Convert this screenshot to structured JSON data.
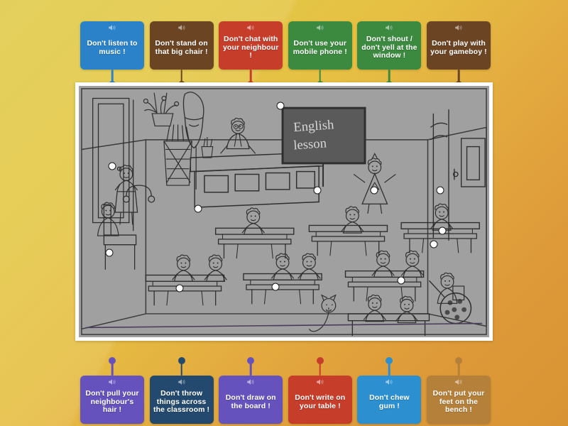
{
  "activity": {
    "title": "Classroom rules labelled diagram",
    "image_alt": "Black and white line drawing of a noisy classroom during an English lesson",
    "blackboard_text": "English lesson",
    "background_gradient": {
      "from": "#e0cb4a",
      "to": "#d89433"
    },
    "marker": {
      "fill": "#ffffff",
      "stroke": "#1b1b1b"
    }
  },
  "icons": {
    "speaker": "speaker-icon"
  },
  "top_cards": [
    {
      "label": "Don't listen to music !",
      "color": "#2b82c9",
      "pin_color": "#2b82c9"
    },
    {
      "label": "Don't stand on that big chair !",
      "color": "#6b4423",
      "pin_color": "#6b4423"
    },
    {
      "label": "Don't chat with your neighbour !",
      "color": "#c63d2a",
      "pin_color": "#c63d2a"
    },
    {
      "label": "Don't use your mobile phone !",
      "color": "#3b8a3f",
      "pin_color": "#3b8a3f"
    },
    {
      "label": "Don't shout / don't yell at the window !",
      "color": "#3b8a3f",
      "pin_color": "#3b8a3f"
    },
    {
      "label": "Don't play with your gameboy !",
      "color": "#6b4423",
      "pin_color": "#6b4423"
    }
  ],
  "bottom_cards": [
    {
      "label": "Don't pull your neighbour's hair !",
      "color": "#6552bd",
      "pin_color": "#6552bd"
    },
    {
      "label": "Don't throw things across the classroom !",
      "color": "#234a6e",
      "pin_color": "#234a6e"
    },
    {
      "label": "Don't draw on the board !",
      "color": "#6552bd",
      "pin_color": "#6552bd"
    },
    {
      "label": "Don't write on your table !",
      "color": "#c63d2a",
      "pin_color": "#c63d2a"
    },
    {
      "label": "Don't chew gum !",
      "color": "#2b8fd0",
      "pin_color": "#2b8fd0"
    },
    {
      "label": "Don't put your feet on the bench !",
      "color": "#b5803a",
      "pin_color": "#b5803a"
    }
  ],
  "markers": [
    {
      "name": "marker-listen-to-music",
      "x": 8.2,
      "y": 32.0
    },
    {
      "name": "marker-top-right",
      "x": 49.2,
      "y": 8.0
    },
    {
      "name": "marker-chat-neighbour",
      "x": 58.2,
      "y": 41.5
    },
    {
      "name": "marker-desk-front",
      "x": 29.0,
      "y": 49.0
    },
    {
      "name": "marker-draw-on-board",
      "x": 72.0,
      "y": 41.5
    },
    {
      "name": "marker-right-upper",
      "x": 88.0,
      "y": 41.5
    },
    {
      "name": "marker-right-mid",
      "x": 88.5,
      "y": 57.5
    },
    {
      "name": "marker-bench-left",
      "x": 7.5,
      "y": 66.5
    },
    {
      "name": "marker-table-centre",
      "x": 24.5,
      "y": 80.5
    },
    {
      "name": "marker-table-mid",
      "x": 48.0,
      "y": 80.0
    },
    {
      "name": "marker-gum-pair",
      "x": 78.5,
      "y": 77.5
    },
    {
      "name": "marker-gameboy",
      "x": 86.5,
      "y": 63.0
    }
  ]
}
